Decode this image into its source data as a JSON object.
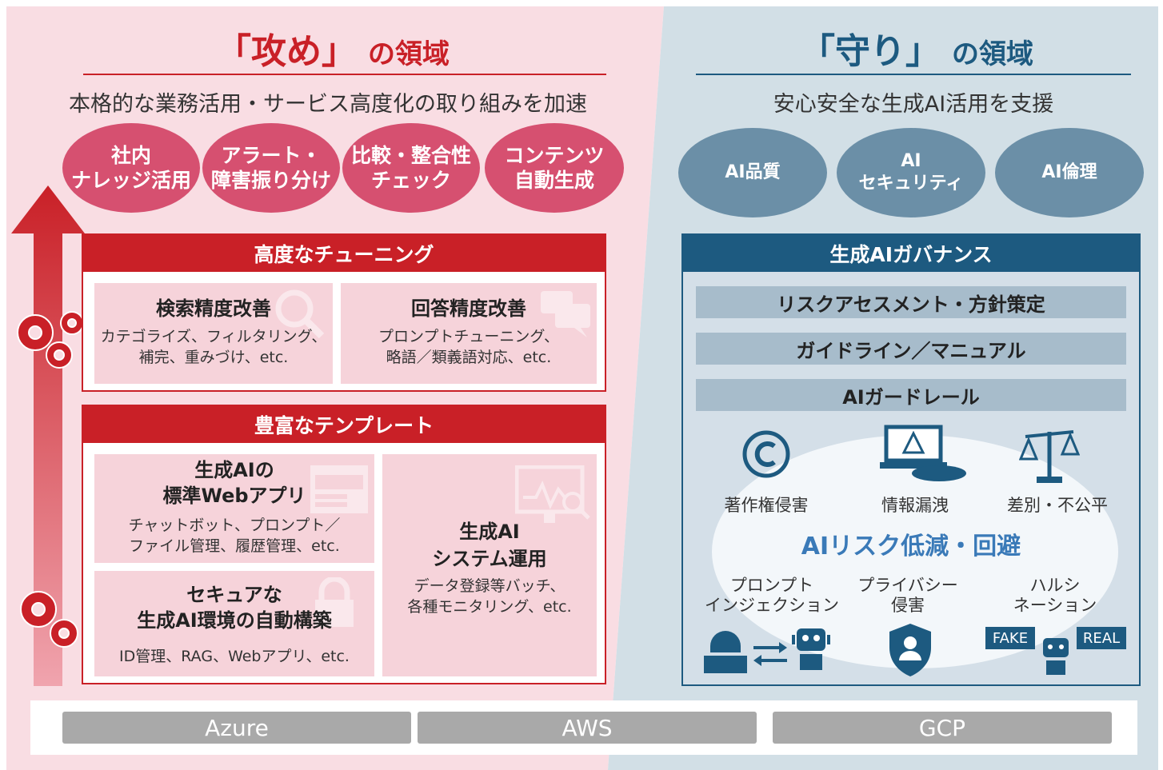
{
  "colors": {
    "attack_bg": "#f9dde3",
    "defense_bg": "#d2dfe6",
    "red": "#c92027",
    "oval_red": "#d65070",
    "navy": "#1d5a80",
    "oval_blue": "#6b8fa7",
    "risk_title": "#3a7ab8"
  },
  "attack": {
    "title_bracket": "「攻め」",
    "title_suffix": "の領域",
    "subtitle": "本格的な業務活用・サービス高度化の取り組みを加速",
    "ovals": [
      {
        "l1": "社内",
        "l2": "ナレッジ活用"
      },
      {
        "l1": "アラート・",
        "l2": "障害振り分け"
      },
      {
        "l1": "比較・整合性",
        "l2": "チェック"
      },
      {
        "l1": "コンテンツ",
        "l2": "自動生成"
      }
    ],
    "tuning": {
      "header": "高度なチューニング",
      "cards": [
        {
          "title": "検索精度改善",
          "d1": "カテゴライズ、フィルタリング、",
          "d2": "補完、重みづけ、etc."
        },
        {
          "title": "回答精度改善",
          "d1": "プロンプトチューニング、",
          "d2": "略語／類義語対応、etc."
        }
      ]
    },
    "templates": {
      "header": "豊富なテンプレート",
      "webapp": {
        "t1": "生成AIの",
        "t2": "標準Webアプリ",
        "d1": "チャットボット、プロンプト／",
        "d2": "ファイル管理、履歴管理、etc."
      },
      "secure": {
        "t1": "セキュアな",
        "t2": "生成AI環境の自動構築",
        "d1": "ID管理、RAG、Webアプリ、etc."
      },
      "ops": {
        "t1": "生成AI",
        "t2": "システム運用",
        "d1": "データ登録等バッチ、",
        "d2": "各種モニタリング、etc."
      }
    }
  },
  "defense": {
    "title_bracket": "「守り」",
    "title_suffix": "の領域",
    "subtitle": "安心安全な生成AI活用を支援",
    "ovals": [
      {
        "l1": "AI品質",
        "l2": ""
      },
      {
        "l1": "AI",
        "l2": "セキュリティ"
      },
      {
        "l1": "AI倫理",
        "l2": ""
      }
    ],
    "governance": {
      "header": "生成AIガバナンス",
      "items": [
        "リスクアセスメント・方針策定",
        "ガイドライン／マニュアル",
        "AIガードレール"
      ]
    },
    "risk": {
      "center": "AIリスク低減・回避",
      "top": [
        "著作権侵害",
        "情報漏洩",
        "差別・不公平"
      ],
      "bottom": [
        {
          "l1": "プロンプト",
          "l2": "インジェクション"
        },
        {
          "l1": "プライバシー",
          "l2": "侵害"
        },
        {
          "l1": "ハルシ",
          "l2": "ネーション"
        }
      ],
      "tags": {
        "fake": "FAKE",
        "real": "REAL"
      }
    }
  },
  "platforms": [
    "Azure",
    "AWS",
    "GCP"
  ],
  "icons": [
    "copyright-icon",
    "laptop-warning-icon",
    "scales-icon",
    "hacker-icon",
    "robot-icon",
    "shield-person-icon",
    "gear-icon",
    "arrow-up-icon",
    "search-icon",
    "chat-icon",
    "web-page-icon",
    "lock-icon",
    "monitor-chart-icon"
  ]
}
